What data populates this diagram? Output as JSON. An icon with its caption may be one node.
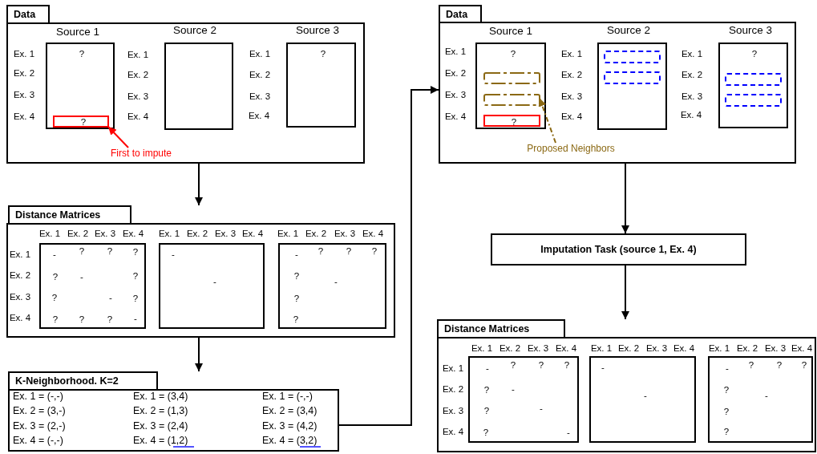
{
  "diagram": {
    "nodes": [
      {
        "text": [
          "Data"
        ]
      },
      {
        "text": [
          "Source 1",
          "?"
        ],
        "in": 0,
        "beside": [
          "Ex. 1",
          "Ex. 2",
          "Ex. 3",
          "Ex. 4"
        ]
      },
      {
        "text": [
          "?"
        ],
        "in": 1
      },
      {
        "text": [
          "Source 2"
        ],
        "in": 0,
        "beside": [
          "Ex. 1",
          "Ex. 2",
          "Ex. 3",
          "Ex. 4"
        ]
      },
      {
        "text": [
          "Source 3",
          "?"
        ],
        "in": 0,
        "beside": [
          "Ex. 1",
          "Ex. 2",
          "Ex. 3",
          "Ex. 4"
        ]
      },
      {
        "text": [
          "First to impute"
        ],
        "in": 0
      },
      {
        "text": [
          "Distance Matrices"
        ]
      },
      {
        "text": [
          "-",
          "?",
          "?",
          "?",
          "?",
          "-",
          "?",
          "?",
          "-",
          "?",
          "?",
          "?",
          "?",
          "-"
        ],
        "in": 6,
        "beside": [
          "Ex. 1",
          "Ex. 2",
          "Ex. 3",
          "Ex. 4",
          "Ex. 1",
          "Ex. 2",
          "Ex. 3",
          "Ex. 4"
        ]
      },
      {
        "text": [
          "-",
          "-"
        ],
        "in": 6,
        "beside": [
          "Ex. 1",
          "Ex. 2",
          "Ex. 3",
          "Ex. 4"
        ]
      },
      {
        "text": [
          "-",
          "?",
          "?",
          "?",
          "?",
          "-",
          "?",
          "?"
        ],
        "in": 6,
        "beside": [
          "Ex. 1",
          "Ex. 2",
          "Ex. 3",
          "Ex. 4"
        ]
      },
      {
        "text": [
          "K-Neighborhood. K=2",
          "Ex. 1 = (-,-)",
          "Ex. 2 = (3,-)",
          "Ex. 3 = (2,-)",
          "Ex. 4 = (-,-)",
          "Ex. 1 = (3,4)",
          "Ex. 2 = (1,3)",
          "Ex. 3 = (2,4)",
          "Ex. 4 = (1,2)",
          "Ex. 1 = (-,-)",
          "Ex. 2 = (3,4)",
          "Ex. 3 = (4,2)",
          "Ex. 4 = (3,2)"
        ]
      },
      {
        "text": [
          "Data"
        ]
      },
      {
        "text": [
          "Source 1",
          "?"
        ],
        "in": 11,
        "beside": [
          "Ex. 1",
          "Ex. 2",
          "Ex. 3",
          "Ex. 4"
        ]
      },
      {
        "text": [],
        "shape": "box",
        "in": 12
      },
      {
        "text": [],
        "shape": "box",
        "in": 12
      },
      {
        "text": [
          "?"
        ],
        "in": 12
      },
      {
        "text": [
          "Source 2"
        ],
        "in": 11,
        "beside": [
          "Ex. 1",
          "Ex. 2",
          "Ex. 3",
          "Ex. 4"
        ]
      },
      {
        "text": [],
        "shape": "box",
        "in": 16
      },
      {
        "text": [],
        "shape": "box",
        "in": 16
      },
      {
        "text": [
          "Source 3",
          "?"
        ],
        "in": 11,
        "beside": [
          "Ex. 1",
          "Ex. 2",
          "Ex. 3",
          "Ex. 4"
        ]
      },
      {
        "text": [],
        "shape": "box",
        "in": 19
      },
      {
        "text": [],
        "shape": "box",
        "in": 19
      },
      {
        "text": [
          "Proposed Neighbors"
        ],
        "in": 11
      },
      {
        "text": [
          "Imputation Task (source 1, Ex. 4)"
        ]
      },
      {
        "text": [
          "Distance Matrices"
        ]
      },
      {
        "text": [
          "-",
          "?",
          "?",
          "?",
          "?",
          "-",
          "?",
          "-",
          "?",
          "-"
        ],
        "in": 24,
        "beside": [
          "Ex. 1",
          "Ex. 2",
          "Ex. 3",
          "Ex. 4",
          "Ex. 1",
          "Ex. 2",
          "Ex. 3",
          "Ex. 4"
        ]
      },
      {
        "text": [
          "-",
          "-"
        ],
        "in": 24,
        "beside": [
          "Ex. 1",
          "Ex. 2",
          "Ex. 3",
          "Ex. 4"
        ]
      },
      {
        "text": [
          "-",
          "?",
          "?",
          "?",
          "?",
          "-",
          "?",
          "?"
        ],
        "in": 24,
        "beside": [
          "Ex. 1",
          "Ex. 2",
          "Ex. 3",
          "Ex. 4"
        ]
      }
    ],
    "edges": [
      {
        "from": 0,
        "to": 6,
        "arrow": "to"
      },
      {
        "from": 6,
        "to": 10,
        "arrow": "to"
      },
      {
        "from": 10,
        "to": 11,
        "arrow": "to"
      },
      {
        "from": 11,
        "to": 23,
        "arrow": "to"
      },
      {
        "from": 23,
        "to": 24,
        "arrow": "to"
      },
      {
        "from": 5,
        "to": 2,
        "arrow": "to",
        "color": "#ff0000"
      },
      {
        "from": 22,
        "to": 14,
        "arrow": "to",
        "style": "dashed",
        "color": "#8b6914"
      }
    ]
  }
}
